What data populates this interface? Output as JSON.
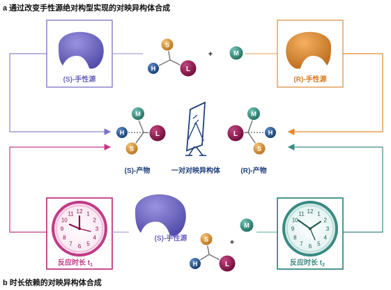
{
  "panel_a": {
    "title": "a 通过改变手性源绝对构型实现的对映异构体合成"
  },
  "panel_b": {
    "title": "b 时长依赖的对映异构体合成"
  },
  "sources": {
    "s_label": "(S)-手性源",
    "r_label": "(R)-手性源",
    "s_label_b": "(S)-手性源"
  },
  "products": {
    "s_label": "(S)-产物",
    "r_label": "(R)-产物",
    "mirror_label": "一对对映异构体"
  },
  "atoms": {
    "S": "S",
    "H": "H",
    "L": "L",
    "M": "M"
  },
  "operators": {
    "plus": "+"
  },
  "clocks": {
    "t1_label": "反应时长 t",
    "t1_sub": "1",
    "t2_label": "反应时长 t",
    "t2_sub": "2",
    "numbers": [
      "12",
      "1",
      "2",
      "3",
      "4",
      "5",
      "6",
      "7",
      "8",
      "9",
      "10",
      "11"
    ]
  },
  "colors": {
    "s_purple": "#7a72c8",
    "r_orange": "#e0892a",
    "atom_S": "#d0892a",
    "atom_H": "#1e4f8a",
    "atom_L": "#8b1048",
    "atom_M": "#2e8a7a",
    "clock1": "#c03a86",
    "clock2": "#3a8a82",
    "label_blue": "#1e3f7a"
  }
}
